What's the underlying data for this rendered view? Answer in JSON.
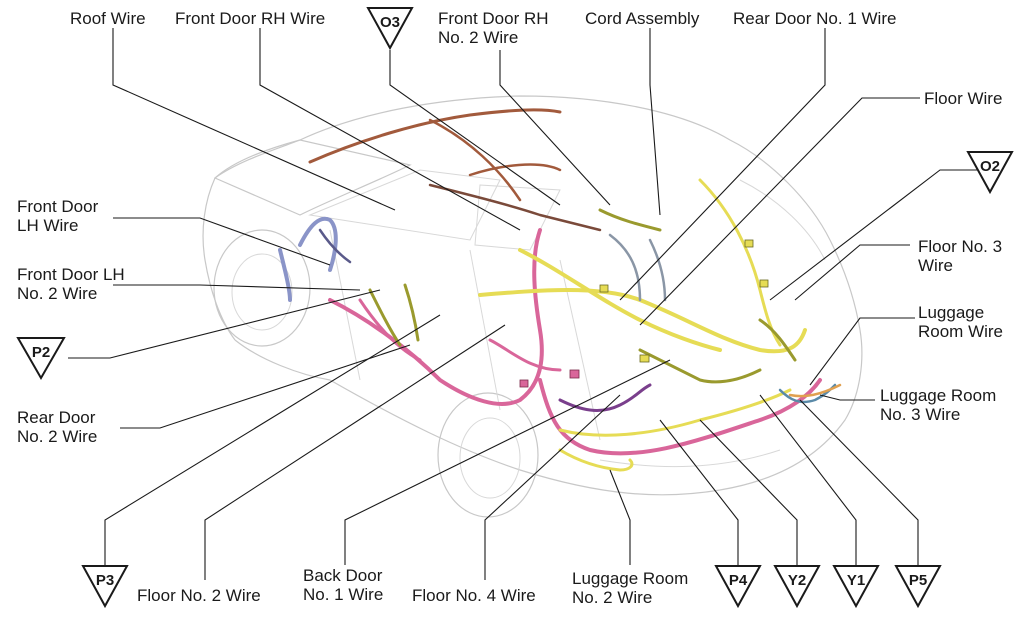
{
  "labels": {
    "roof_wire": "Roof Wire",
    "front_door_rh_wire": "Front Door RH Wire",
    "front_door_rh_no2_line1": "Front Door RH",
    "front_door_rh_no2_line2": "No. 2 Wire",
    "cord_assembly": "Cord Assembly",
    "rear_door_no1_wire": "Rear Door No. 1 Wire",
    "floor_wire": "Floor Wire",
    "front_door_lh_line1": "Front Door",
    "front_door_lh_line2": "LH Wire",
    "front_door_lh_no2_line1": "Front Door LH",
    "front_door_lh_no2_line2": "No. 2 Wire",
    "floor_no3_line1": "Floor No. 3",
    "floor_no3_line2": "Wire",
    "luggage_room_line1": "Luggage",
    "luggage_room_line2": "Room Wire",
    "luggage_room_no3_line1": "Luggage Room",
    "luggage_room_no3_line2": "No. 3 Wire",
    "rear_door_no2_line1": "Rear Door",
    "rear_door_no2_line2": "No. 2 Wire",
    "floor_no2_wire": "Floor No. 2 Wire",
    "back_door_no1_line1": "Back Door",
    "back_door_no1_line2": "No. 1 Wire",
    "floor_no4_wire": "Floor No. 4 Wire",
    "luggage_room_no2_line1": "Luggage Room",
    "luggage_room_no2_line2": "No. 2 Wire"
  },
  "markers": {
    "o3": "O3",
    "o2": "O2",
    "p2": "P2",
    "p3": "P3",
    "p4": "P4",
    "y2": "Y2",
    "y1": "Y1",
    "p5": "P5"
  },
  "colors": {
    "pink_harness": "#d9669a",
    "yellow_harness": "#e6dc55",
    "olive_harness": "#9a9a2e",
    "brown_harness": "#a25a3c",
    "blue_harness": "#8a94c8",
    "purple_harness": "#7a3f8c",
    "gray_harness": "#8a96a6",
    "orange_harness": "#e0a050"
  }
}
